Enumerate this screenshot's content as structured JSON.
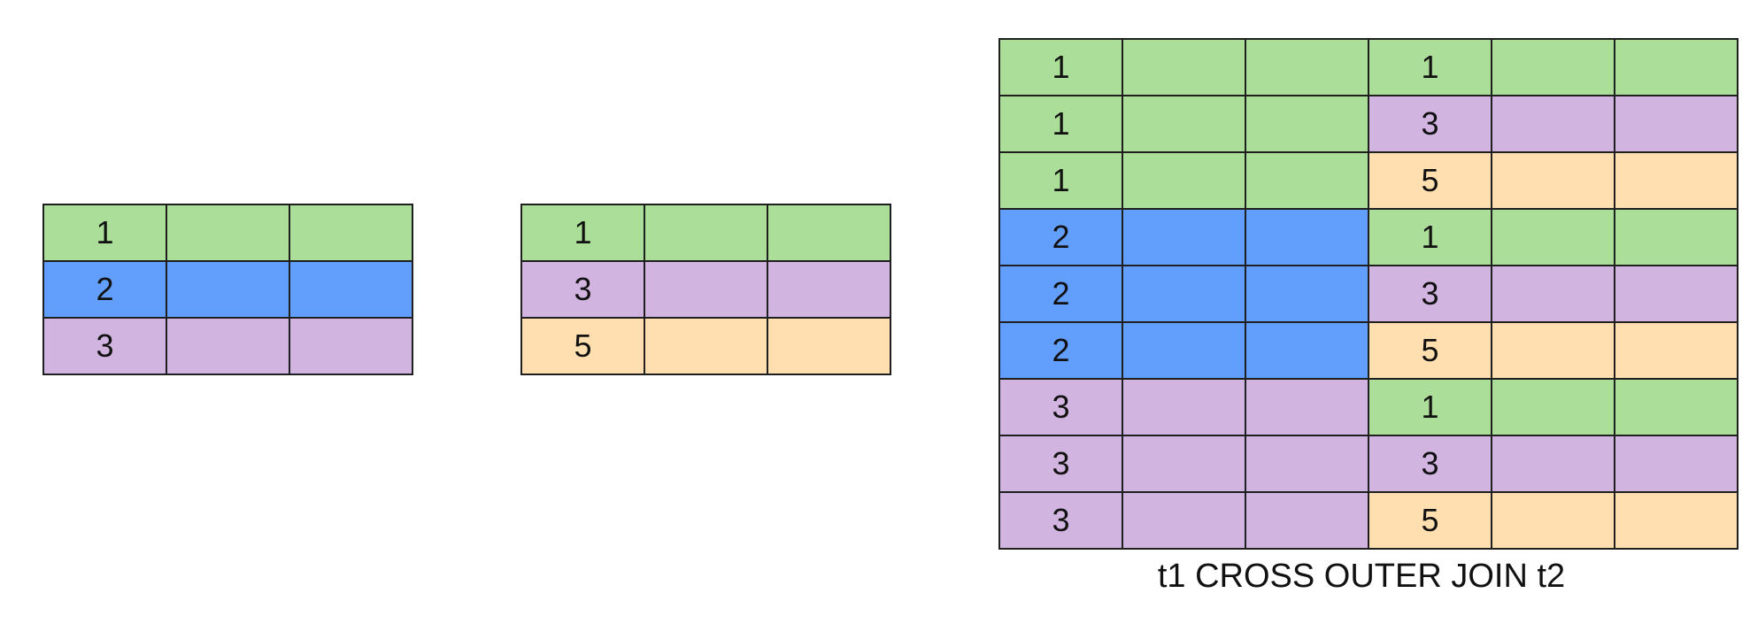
{
  "colors": {
    "green": "#abde98",
    "blue": "#629ffc",
    "purple": "#d2b4e0",
    "orange": "#ffdfb0",
    "border": "#1f1f1f"
  },
  "left_table": {
    "rows": [
      {
        "key": "1",
        "color": "green"
      },
      {
        "key": "2",
        "color": "blue"
      },
      {
        "key": "3",
        "color": "purple"
      }
    ]
  },
  "right_table": {
    "rows": [
      {
        "key": "1",
        "color": "green"
      },
      {
        "key": "3",
        "color": "purple"
      },
      {
        "key": "5",
        "color": "orange"
      }
    ]
  },
  "result_table": {
    "rows": [
      {
        "left_key": "1",
        "left_color": "green",
        "right_key": "1",
        "right_color": "green"
      },
      {
        "left_key": "1",
        "left_color": "green",
        "right_key": "3",
        "right_color": "purple"
      },
      {
        "left_key": "1",
        "left_color": "green",
        "right_key": "5",
        "right_color": "orange"
      },
      {
        "left_key": "2",
        "left_color": "blue",
        "right_key": "1",
        "right_color": "green"
      },
      {
        "left_key": "2",
        "left_color": "blue",
        "right_key": "3",
        "right_color": "purple"
      },
      {
        "left_key": "2",
        "left_color": "blue",
        "right_key": "5",
        "right_color": "orange"
      },
      {
        "left_key": "3",
        "left_color": "purple",
        "right_key": "1",
        "right_color": "green"
      },
      {
        "left_key": "3",
        "left_color": "purple",
        "right_key": "3",
        "right_color": "purple"
      },
      {
        "left_key": "3",
        "left_color": "purple",
        "right_key": "5",
        "right_color": "orange"
      }
    ]
  },
  "caption": "t1 CROSS OUTER JOIN t2"
}
